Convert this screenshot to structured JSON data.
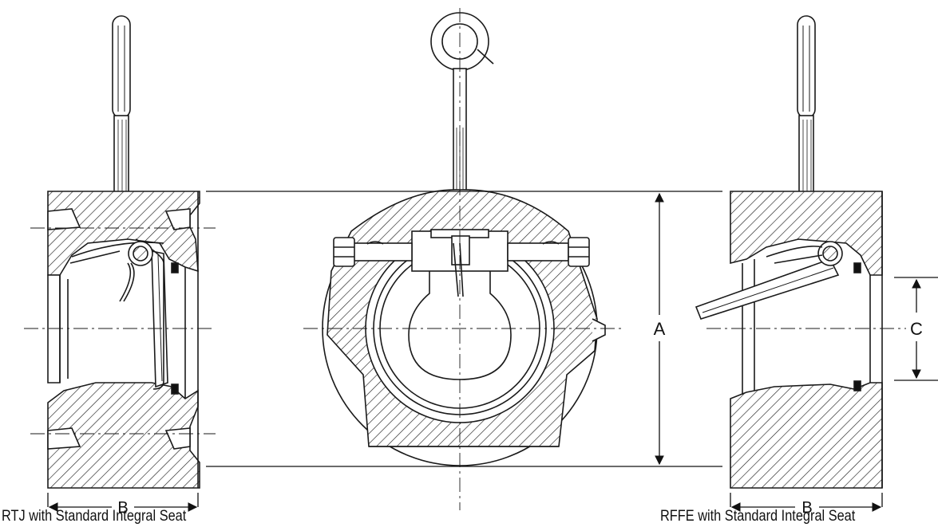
{
  "captions": {
    "left": "RTJ with Standard Integral Seat",
    "right": "RFFE with Standard Integral Seat"
  },
  "dimensions": {
    "a": "A",
    "b_left": "B",
    "b_right": "B",
    "c": "C"
  },
  "colors": {
    "line": "#1a1a1a",
    "background": "#ffffff"
  }
}
